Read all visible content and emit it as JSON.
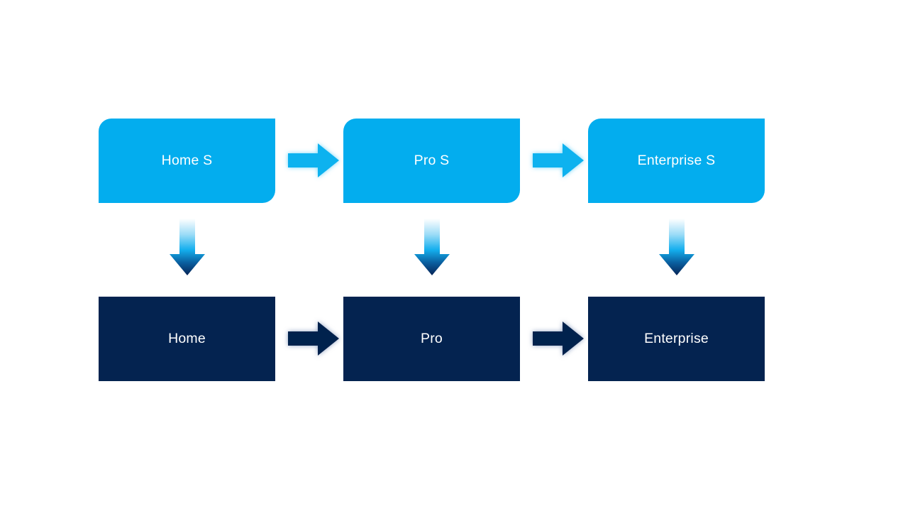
{
  "diagram": {
    "type": "flow",
    "background_color": "#FFFFFF",
    "palette": {
      "service_fill": "#03ADEE",
      "product_fill": "#042350",
      "label_color": "#FFFFFF",
      "arrow_light": "#19B5F0",
      "arrow_dark": "#06224E",
      "gradient_top": "#FFFFFF",
      "gradient_mid": "#22B3EE",
      "gradient_bottom": "#062356"
    },
    "rows": [
      {
        "id": "services-row",
        "style": "service",
        "nodes": [
          {
            "id": "home-s",
            "label": "Home S"
          },
          {
            "id": "pro-s",
            "label": "Pro S"
          },
          {
            "id": "enterprise-s",
            "label": "Enterprise S"
          }
        ],
        "connectors": [
          {
            "id": "home-s-to-pro-s",
            "icon": "arrow-right-icon",
            "direction": "right"
          },
          {
            "id": "pro-s-to-enterprise-s",
            "icon": "arrow-right-icon",
            "direction": "right"
          }
        ]
      },
      {
        "id": "products-row",
        "style": "product",
        "nodes": [
          {
            "id": "home",
            "label": "Home"
          },
          {
            "id": "pro",
            "label": "Pro"
          },
          {
            "id": "enterprise",
            "label": "Enterprise"
          }
        ],
        "connectors": [
          {
            "id": "home-to-pro",
            "icon": "arrow-right-icon",
            "direction": "right"
          },
          {
            "id": "pro-to-enterprise",
            "icon": "arrow-right-icon",
            "direction": "right"
          }
        ]
      }
    ],
    "vertical_connectors": [
      {
        "id": "home-s-to-home",
        "icon": "arrow-down-icon",
        "direction": "down"
      },
      {
        "id": "pro-s-to-pro",
        "icon": "arrow-down-icon",
        "direction": "down"
      },
      {
        "id": "enterprise-s-to-enterprise",
        "icon": "arrow-down-icon",
        "direction": "down"
      }
    ]
  }
}
